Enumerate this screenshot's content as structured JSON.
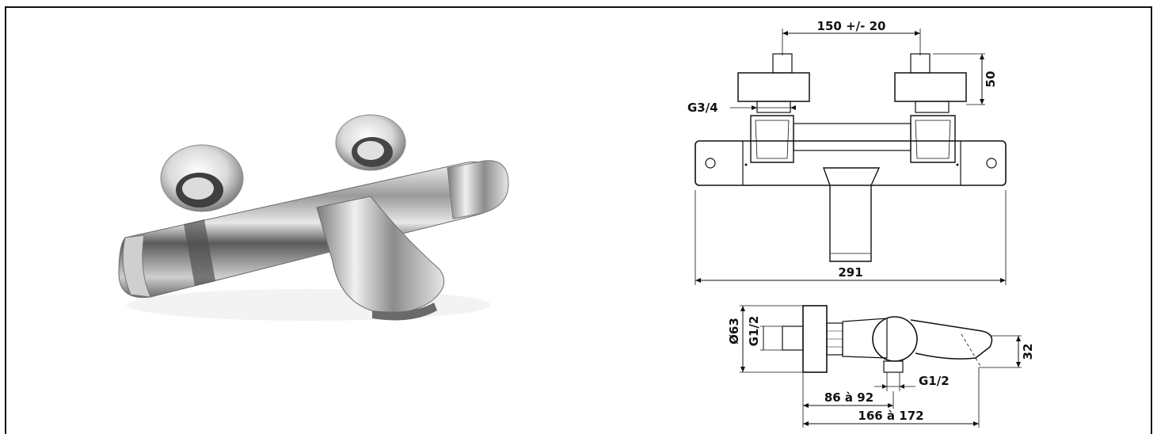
{
  "drawing": {
    "front_view": {
      "inlet_spacing": "150 +/- 20",
      "eccentric_height": "50",
      "eccentric_thread": "G3/4",
      "overall_width": "291"
    },
    "side_view": {
      "flange_diameter": "Ø63",
      "inlet_thread": "G1/2",
      "outlet_thread": "G1/2",
      "spout_height": "32",
      "depth_to_outlet": "86 à 92",
      "depth_overall": "166 à 172"
    }
  },
  "colors": {
    "line": "#111111",
    "chrome_dark": "#4a4a4a",
    "chrome_light": "#f2f2f2"
  }
}
